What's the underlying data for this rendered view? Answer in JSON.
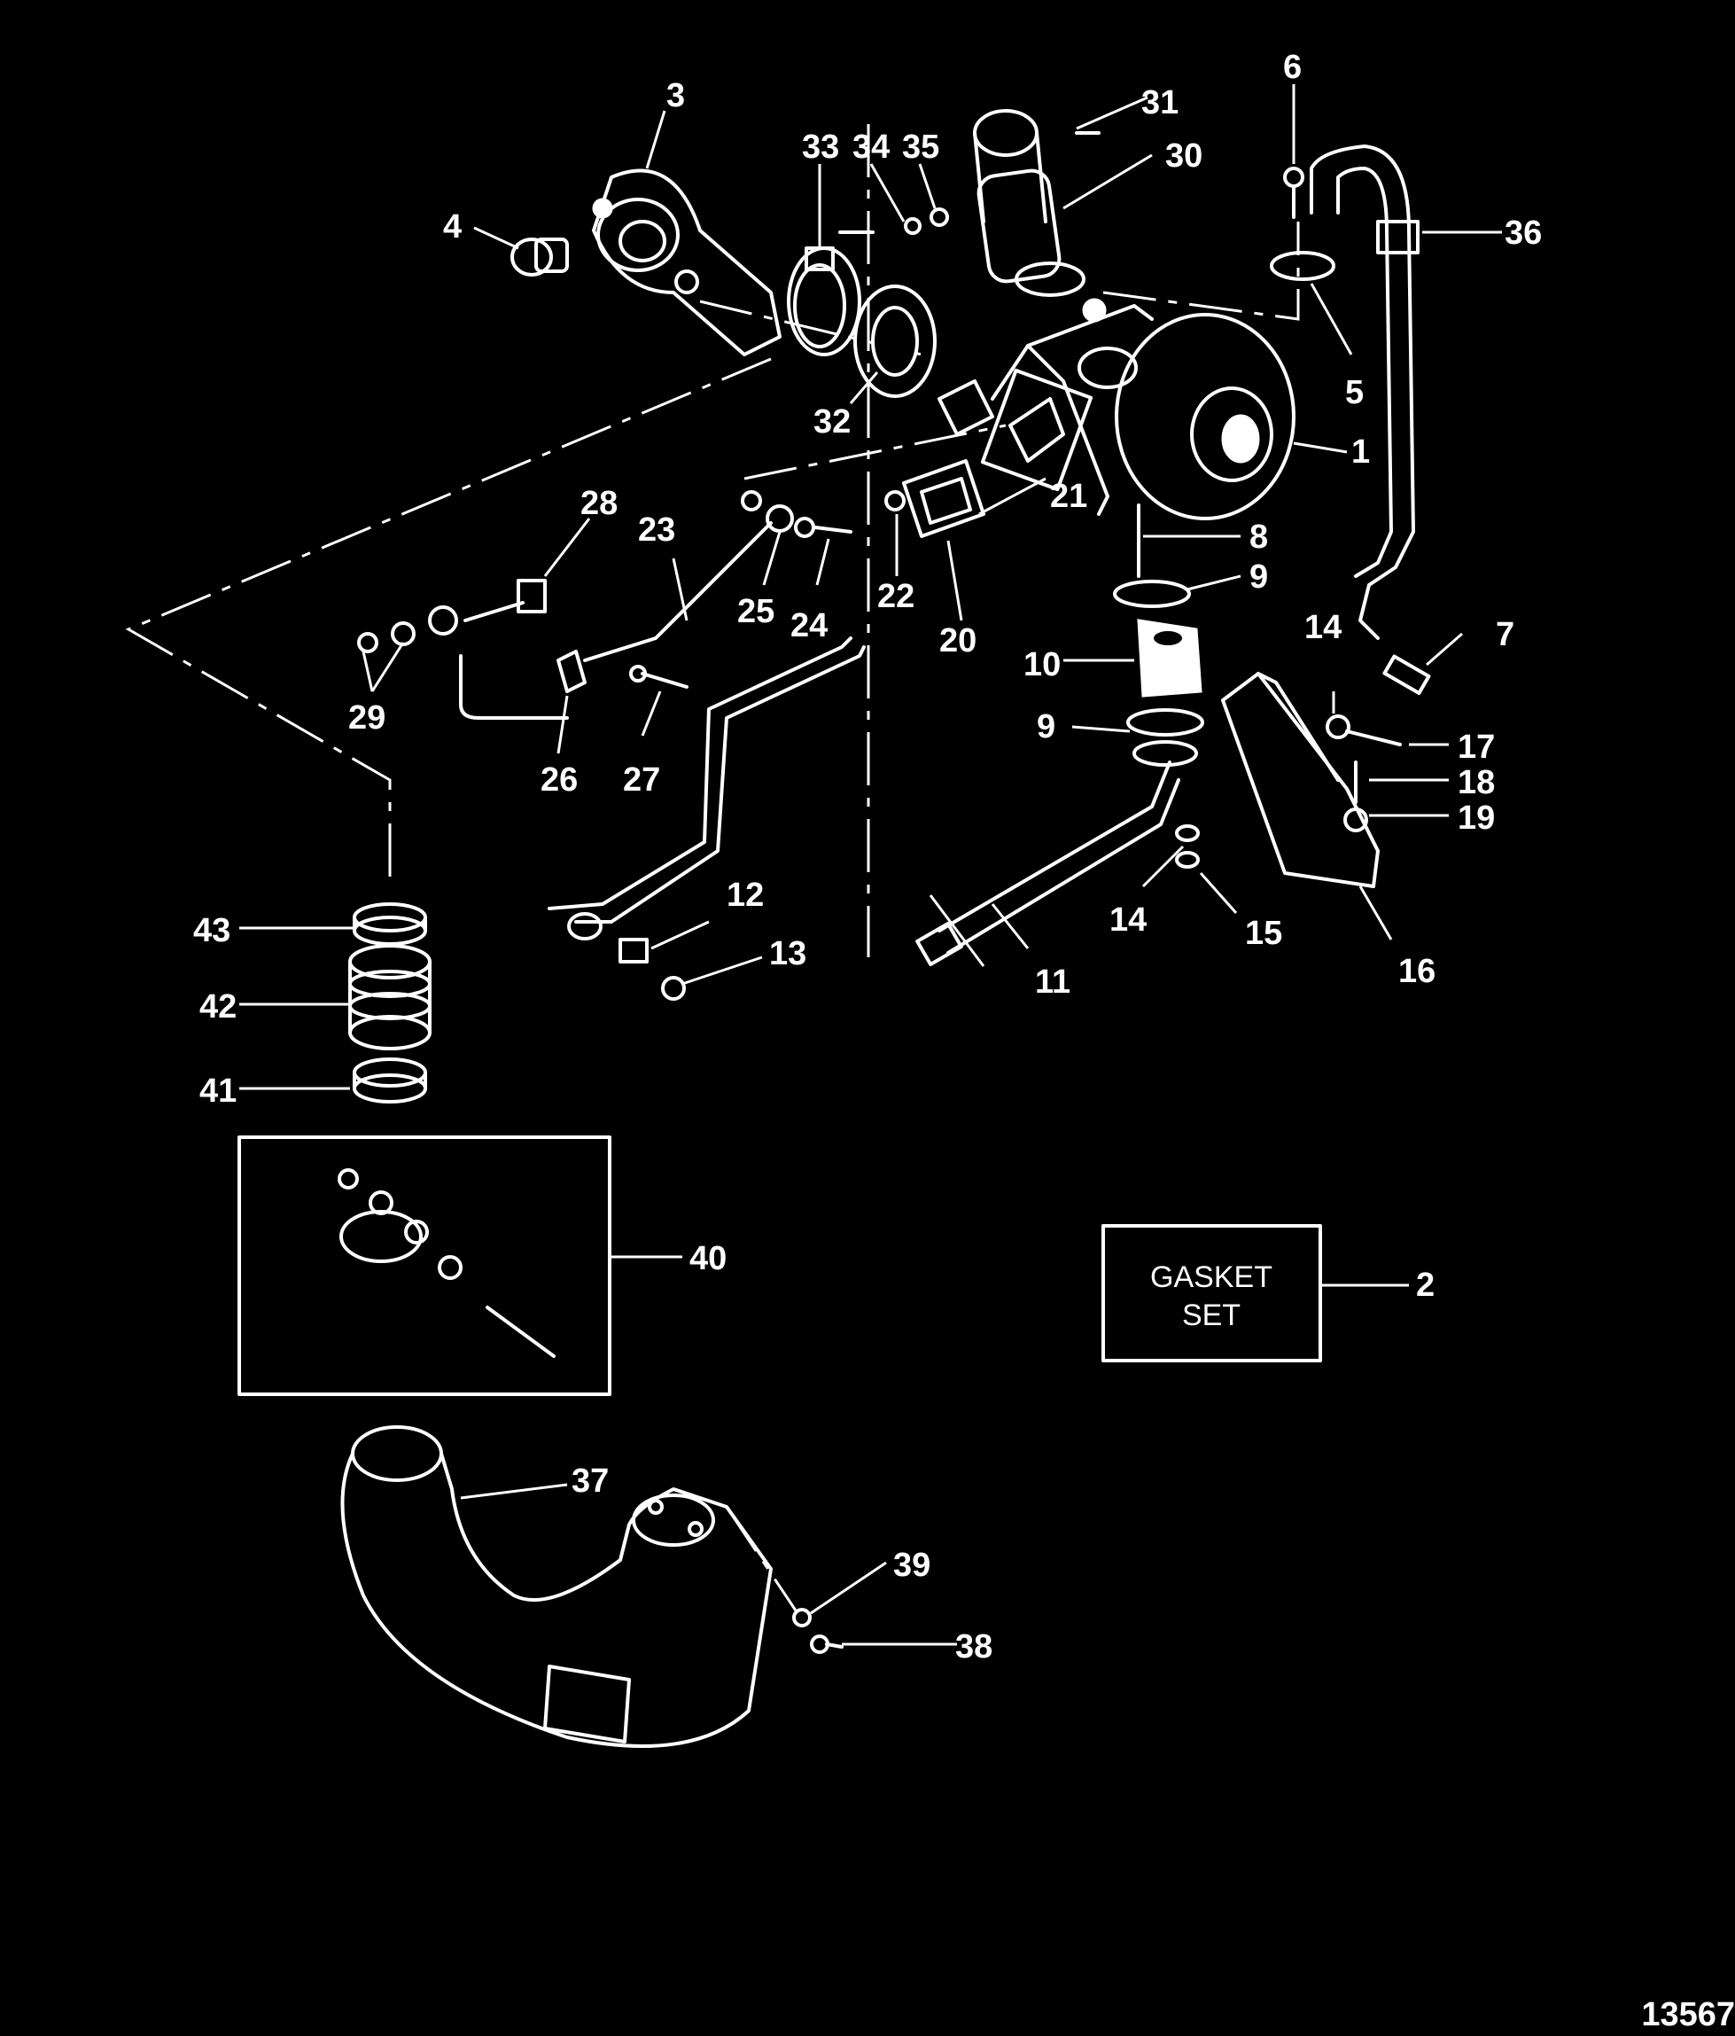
{
  "callouts": {
    "c1": "1",
    "c2": "2",
    "c3": "3",
    "c4": "4",
    "c5": "5",
    "c6": "6",
    "c7": "7",
    "c8": "8",
    "c9a": "9",
    "c9b": "9",
    "c10": "10",
    "c11": "11",
    "c12": "12",
    "c13": "13",
    "c14a": "14",
    "c14b": "14",
    "c15": "15",
    "c16": "16",
    "c17": "17",
    "c18": "18",
    "c19": "19",
    "c20": "20",
    "c21": "21",
    "c22": "22",
    "c23": "23",
    "c24": "24",
    "c25": "25",
    "c26": "26",
    "c27": "27",
    "c28": "28",
    "c29": "29",
    "c30": "30",
    "c31": "31",
    "c32": "32",
    "c33": "33",
    "c34": "34",
    "c35": "35",
    "c36": "36",
    "c37": "37",
    "c38": "38",
    "c39": "39",
    "c40": "40",
    "c41": "41",
    "c42": "42",
    "c43": "43"
  },
  "gasket_set": {
    "line1": "GASKET",
    "line2": "SET"
  },
  "drawing_number": "13567",
  "colors": {
    "background": "#000000",
    "linework": "#ffffff"
  }
}
